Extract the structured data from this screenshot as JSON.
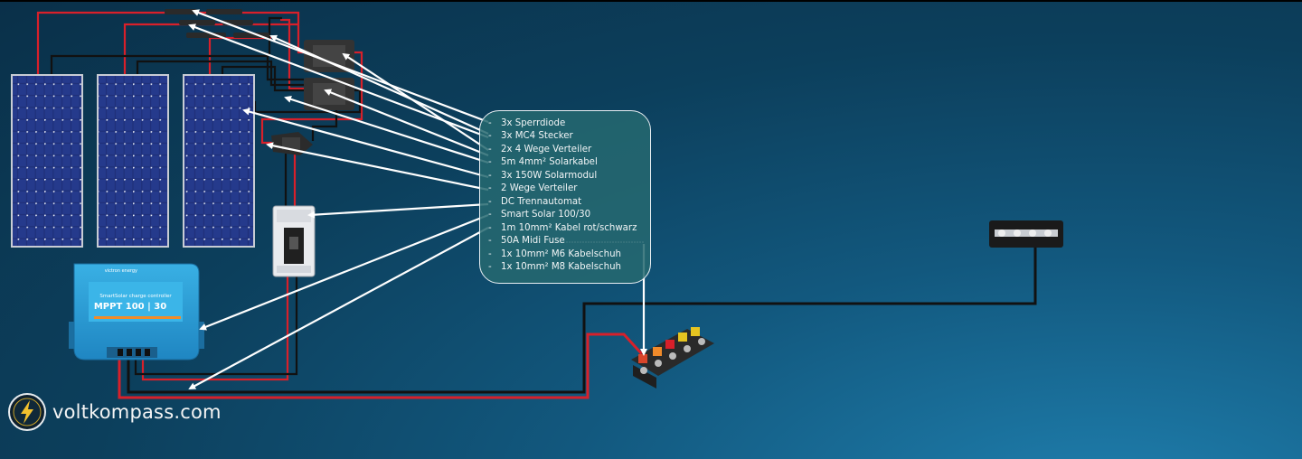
{
  "legend": {
    "items": [
      "3x Sperrdiode",
      "3x MC4 Stecker",
      "2x 4 Wege Verteiler",
      "5m 4mm² Solarkabel",
      "3x 150W Solarmodul",
      "2 Wege Verteiler",
      "DC Trennautomat",
      "Smart Solar 100/30",
      "1m 10mm² Kabel rot/schwarz",
      "50A Midi Fuse",
      "1x 10mm² M6 Kabelschuh",
      "1x 10mm² M8 Kabelschuh"
    ]
  },
  "controller": {
    "brand": "victron energy",
    "line1": "SmartSolar charge controller",
    "line2": "MPPT 100 | 30"
  },
  "branding": {
    "site": "voltkompass.com"
  },
  "colors": {
    "wire_positive": "#d8202a",
    "wire_negative": "#111111",
    "pointer": "#ffffff",
    "controller_body": "#2fa3d8"
  },
  "icons": {
    "logo": "lightning-bolt-icon"
  }
}
